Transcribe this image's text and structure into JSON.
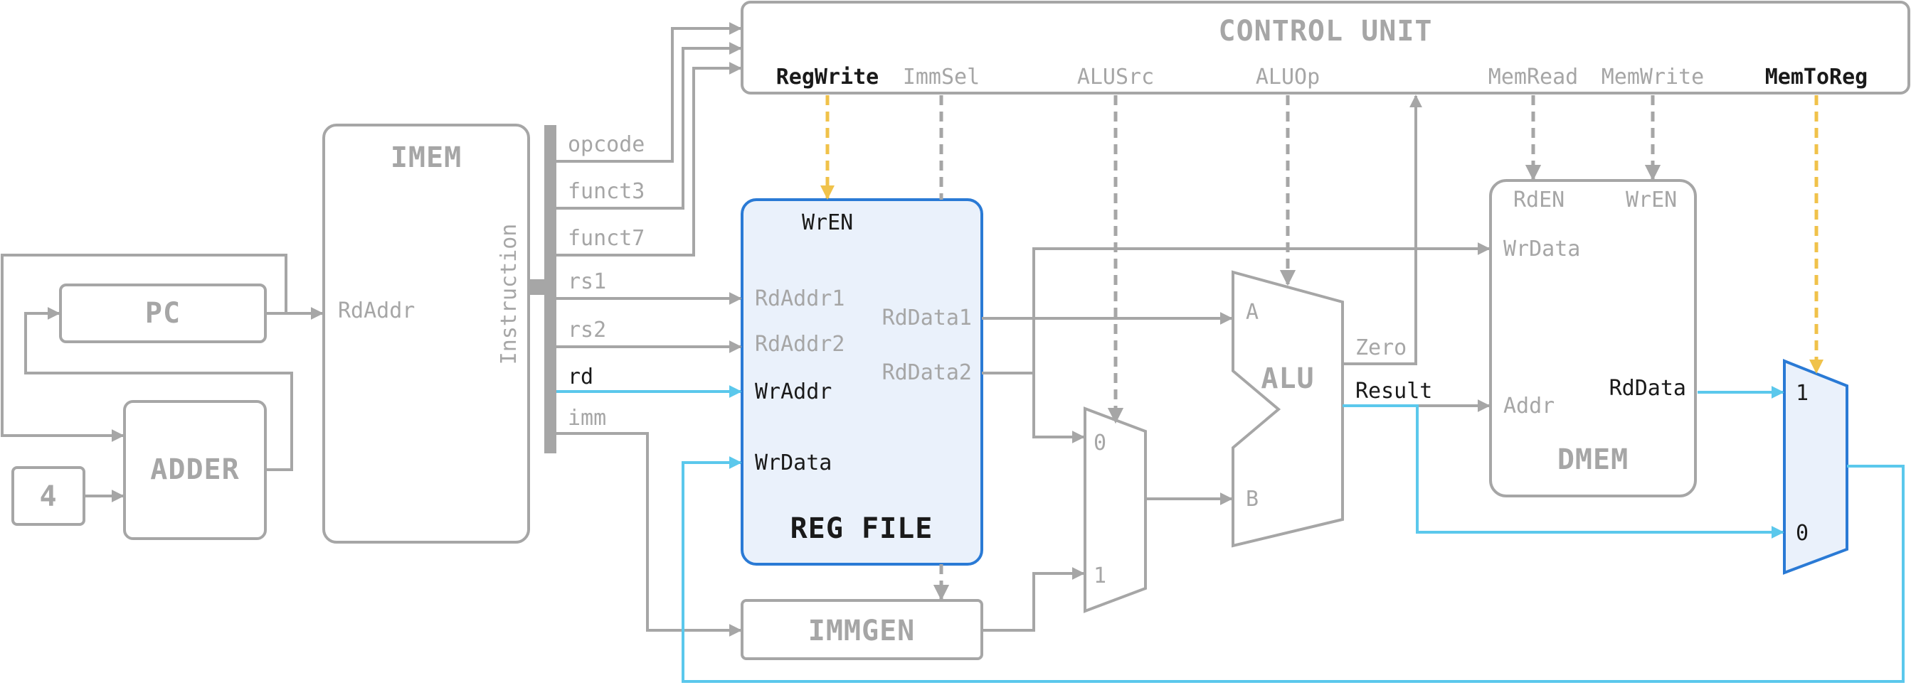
{
  "colors": {
    "wire": "#a6a6a6",
    "highlight_blue": "#5bc8ec",
    "highlight_yellow": "#f0c24a",
    "regfile_fill": "#eaf1fb",
    "regfile_stroke": "#2a7ad5",
    "text_dark": "#1a1a1a"
  },
  "blocks": {
    "control_unit": "CONTROL UNIT",
    "imem": "IMEM",
    "pc": "PC",
    "adder": "ADDER",
    "const_four": "4",
    "reg_file": "REG FILE",
    "immgen": "IMMGEN",
    "alu": "ALU",
    "dmem": "DMEM"
  },
  "control_signals": {
    "reg_write": "RegWrite",
    "imm_sel": "ImmSel",
    "alu_src": "ALUSrc",
    "alu_op": "ALUOp",
    "mem_read": "MemRead",
    "mem_write": "MemWrite",
    "mem_to_reg": "MemToReg"
  },
  "imem_ports": {
    "rd_addr": "RdAddr",
    "instruction": "Instruction"
  },
  "instruction_fields": {
    "opcode": "opcode",
    "funct3": "funct3",
    "funct7": "funct7",
    "rs1": "rs1",
    "rs2": "rs2",
    "rd": "rd",
    "imm": "imm"
  },
  "regfile_ports": {
    "wr_en": "WrEN",
    "rd_addr1": "RdAddr1",
    "rd_addr2": "RdAddr2",
    "wr_addr": "WrAddr",
    "wr_data": "WrData",
    "rd_data1": "RdData1",
    "rd_data2": "RdData2"
  },
  "alu_ports": {
    "a": "A",
    "b": "B",
    "zero": "Zero",
    "result": "Result"
  },
  "alu_src_mux": {
    "in0": "0",
    "in1": "1"
  },
  "dmem_ports": {
    "rd_en": "RdEN",
    "wr_en": "WrEN",
    "wr_data": "WrData",
    "addr": "Addr",
    "rd_data": "RdData"
  },
  "wb_mux": {
    "in1": "1",
    "in0": "0"
  }
}
